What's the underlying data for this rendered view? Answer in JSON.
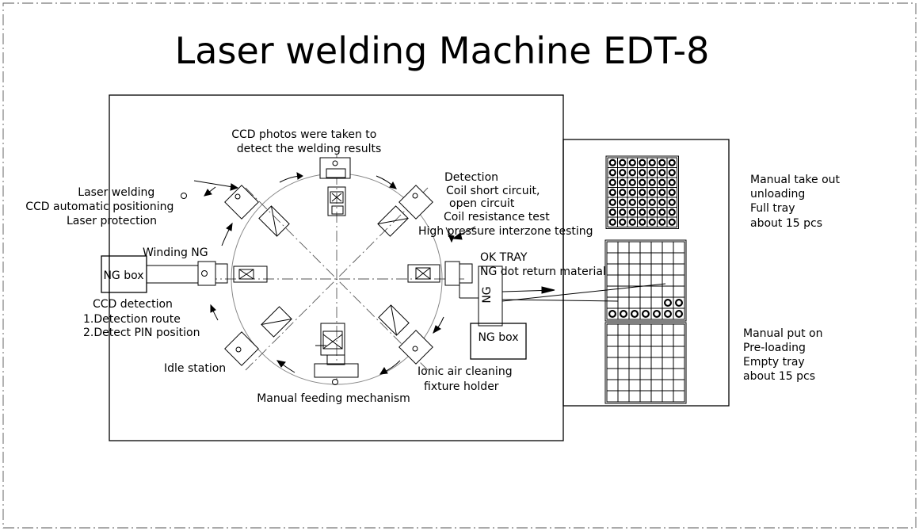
{
  "title": "Laser welding Machine EDT-8",
  "labels": {
    "ccd_photos": [
      "CCD photos were taken to",
      "detect the welding results"
    ],
    "detection": [
      "Detection",
      "Coil short circuit,",
      "open circuit",
      "Coil resistance test",
      "High pressure interzone testing"
    ],
    "laser_welding": [
      "Laser welding",
      "CCD automatic positioning",
      "Laser protection"
    ],
    "winding_ng": "Winding NG",
    "ng_box_left": "NG box",
    "ccd_detection": [
      "CCD detection",
      "1.Detection route",
      "2.Detect PIN position"
    ],
    "ok_tray": "OK TRAY",
    "ng_return": "NG dot return material",
    "ng_chute": "NG",
    "ng_box_right": "NG box",
    "idle_station": "Idle station",
    "ionic_air": [
      "Ionic air cleaning",
      "fixture holder"
    ],
    "manual_feeding": "Manual feeding mechanism",
    "manual_take_out": [
      "Manual take out",
      "unloading",
      "Full tray",
      "about 15 pcs"
    ],
    "manual_put_on": [
      "Manual put on",
      "Pre-loading",
      "Empty tray",
      "about 15 pcs"
    ]
  },
  "trays": {
    "full_tray": {
      "rows": 7,
      "cols": 7,
      "filled_rows": 7
    },
    "partial_tray": {
      "rows": 7,
      "cols": 7,
      "filled_cells_last_rows": "row6: 2 right, row7: full"
    },
    "empty_tray": {
      "rows": 7,
      "cols": 7,
      "filled_rows": 0
    }
  },
  "colors": {
    "line": "#000000",
    "background": "#ffffff",
    "circle": "#888888"
  }
}
